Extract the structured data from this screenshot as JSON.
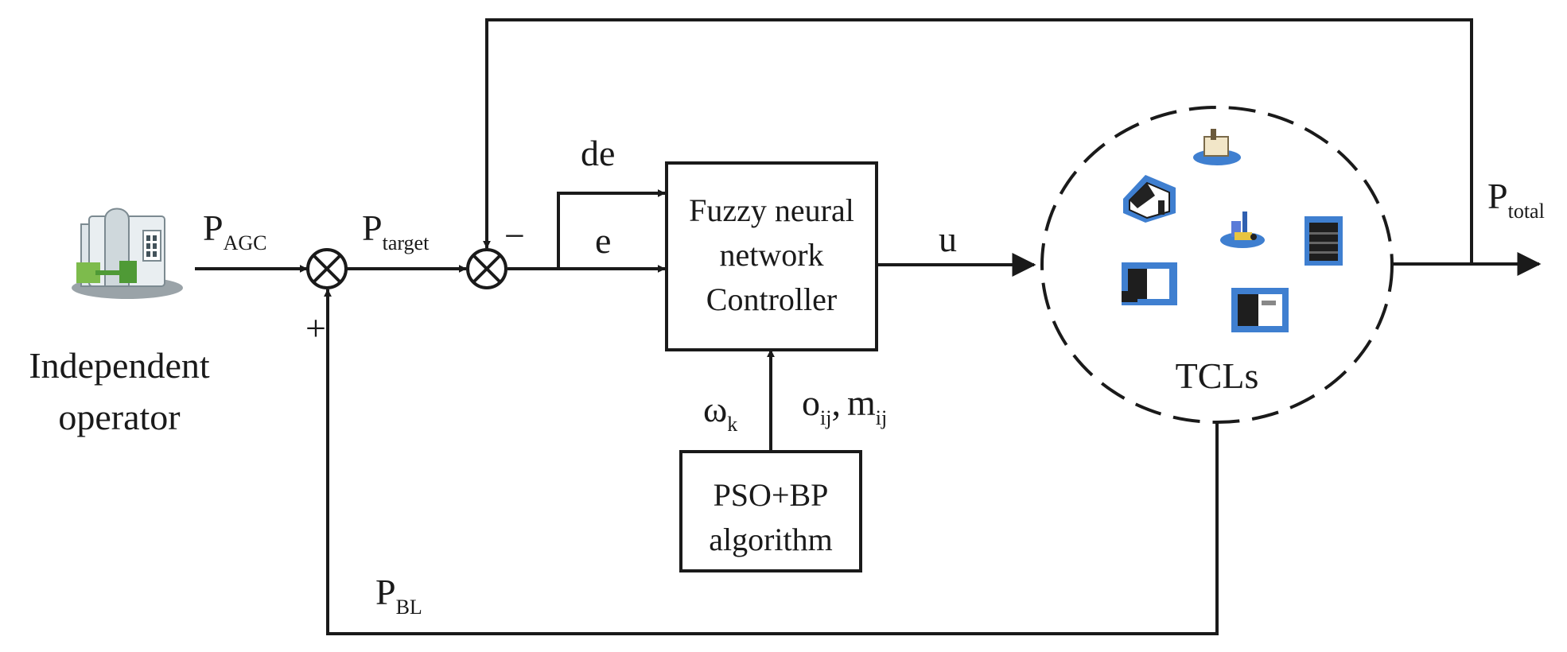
{
  "operator": {
    "line1": "Independent",
    "line2": "operator"
  },
  "signals": {
    "p_agc": {
      "base": "P",
      "sub": "AGC"
    },
    "p_target": {
      "base": "P",
      "sub": "target"
    },
    "p_bl": {
      "base": "P",
      "sub": "BL"
    },
    "p_total": {
      "base": "P",
      "sub": "total"
    },
    "de": "de",
    "e": "e",
    "u": "u",
    "minus": "−",
    "plus": "+",
    "omega": {
      "base": "ω",
      "sub": "k"
    },
    "o": {
      "base": "o",
      "sub": "ij"
    },
    "comma": ",",
    "m": {
      "base": "m",
      "sub": "ij"
    }
  },
  "controller": {
    "line1": "Fuzzy neural",
    "line2": "network",
    "line3": "Controller"
  },
  "optimizer": {
    "line1": "PSO+BP",
    "line2": "algorithm"
  },
  "tcl": {
    "label": "TCLs"
  },
  "colors": {
    "stroke": "#1a1a1a",
    "icon_blue": "#3f7fd0"
  }
}
